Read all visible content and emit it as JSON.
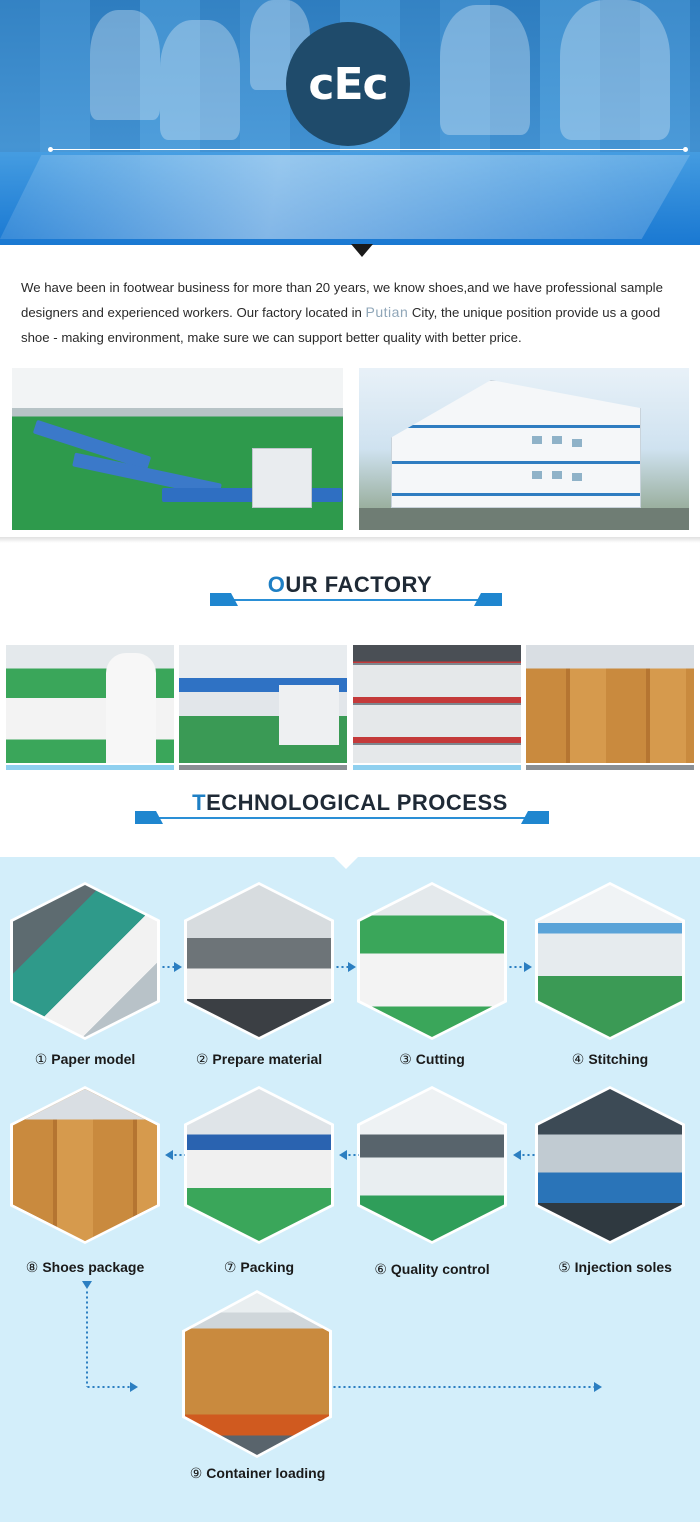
{
  "hero": {
    "logo_text": "cEc"
  },
  "intro": {
    "text_before": "We have been in footwear business for more than 20 years, we know shoes,and we have professional sample designers and experienced workers. Our factory located in ",
    "city": "Putian",
    "text_after": " City, the unique position provide us a good shoe - making environment, make sure we can support better quality with better price."
  },
  "factory_section": {
    "heading_first": "O",
    "heading_rest": "UR FACTORY"
  },
  "process_section": {
    "heading_first": "T",
    "heading_rest": "ECHNOLOGICAL PROCESS",
    "steps": [
      {
        "num": "①",
        "label": "Paper model"
      },
      {
        "num": "②",
        "label": "Prepare material"
      },
      {
        "num": "③",
        "label": "Cutting"
      },
      {
        "num": "④",
        "label": "Stitching"
      },
      {
        "num": "⑤",
        "label": "Injection soles"
      },
      {
        "num": "⑥",
        "label": "Quality control"
      },
      {
        "num": "⑦",
        "label": "Packing"
      },
      {
        "num": "⑧",
        "label": "Shoes package"
      },
      {
        "num": "⑨",
        "label": "Container loading"
      }
    ]
  },
  "colors": {
    "accent_blue": "#1e7fc4",
    "logo_bg": "#1f4b6b",
    "process_bg": "#d3eefa"
  }
}
